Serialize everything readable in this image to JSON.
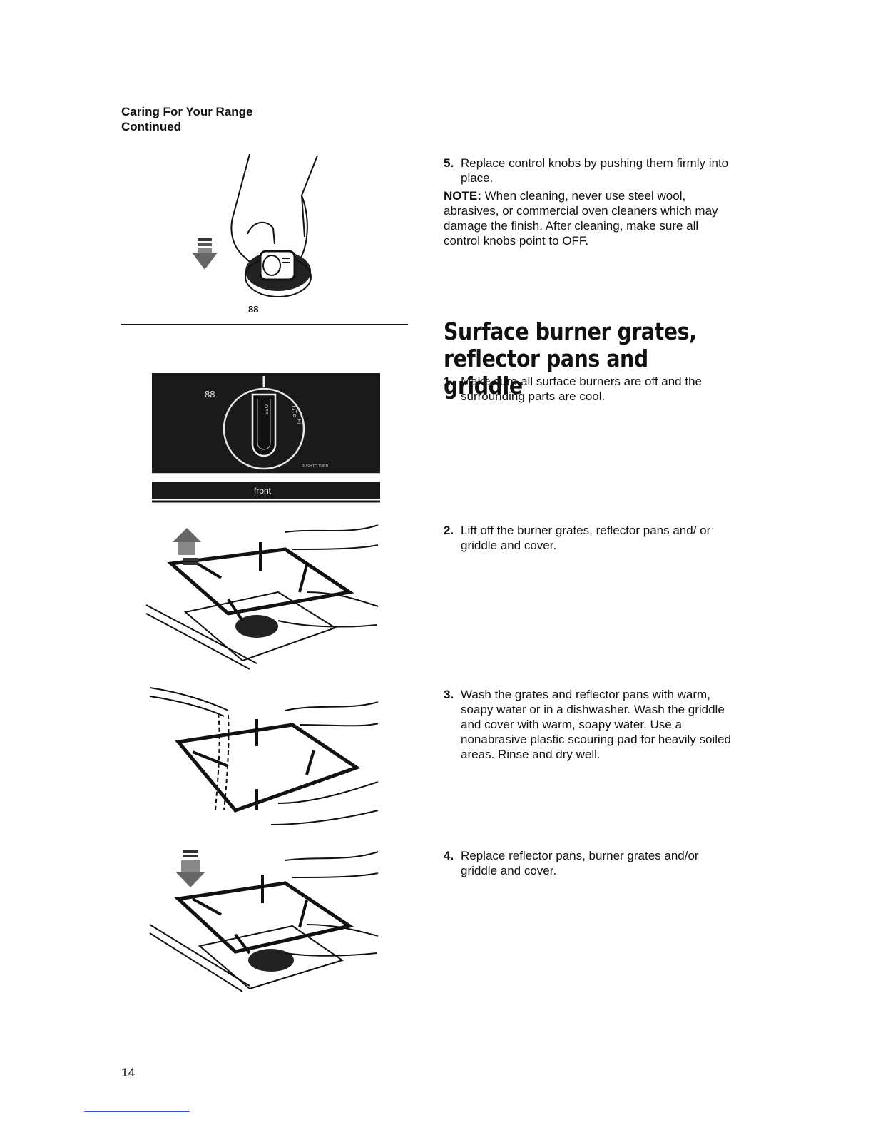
{
  "header": {
    "line1": "Caring For Your Range",
    "line2": "Continued"
  },
  "illustrations": {
    "knob_marking": "88",
    "panel_marking": "88",
    "knob_off_label": "OFF",
    "knob_lite_label": "LITE",
    "knob_hi_label": "HI",
    "push_to_turn": "PUSH TO TURN",
    "front_label": "front"
  },
  "top_text": {
    "step5_num": "5.",
    "step5_text": "Replace control knobs by pushing them firmly into place.",
    "note_label": "NOTE:",
    "note_text": " When cleaning, never use steel wool, abrasives, or commercial oven cleaners which may damage the finish. After cleaning, make sure all control knobs point to OFF."
  },
  "section": {
    "title": "Surface burner grates, reflector pans and griddle",
    "steps": [
      {
        "num": "1.",
        "text": "Make sure all surface burners are off and the surrounding parts are cool."
      },
      {
        "num": "2.",
        "text": "Lift off the burner grates, reflector pans and/ or griddle and cover."
      },
      {
        "num": "3.",
        "text": "Wash the grates and reflector pans with warm, soapy water or in a dishwasher. Wash the griddle and cover with warm, soapy water. Use a nonabrasive plastic scouring pad for heavily soiled areas. Rinse and dry well."
      },
      {
        "num": "4.",
        "text": "Replace reflector pans, burner grates and/or griddle and cover."
      }
    ]
  },
  "page_number": "14"
}
